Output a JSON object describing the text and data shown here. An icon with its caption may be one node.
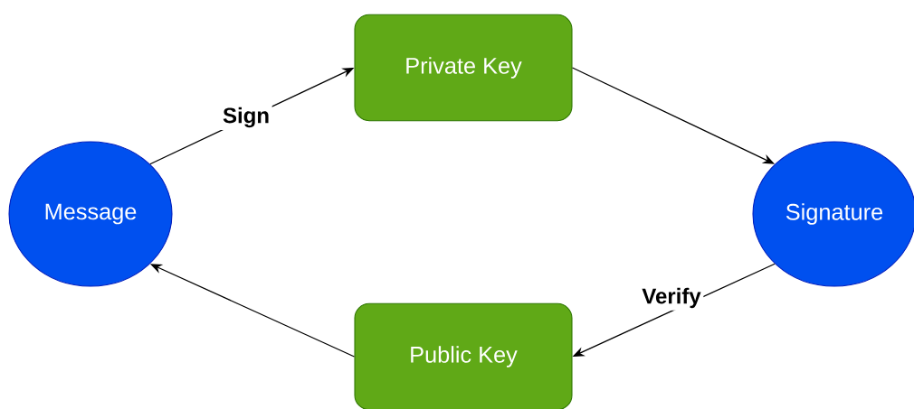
{
  "diagram": {
    "nodes": [
      {
        "text": [
          "Message"
        ]
      },
      {
        "text": [
          "Private Key"
        ]
      },
      {
        "text": [
          "Signature"
        ]
      },
      {
        "text": [
          "Public Key"
        ]
      }
    ],
    "edges": [
      {
        "from": 0,
        "to": 1,
        "arrow": "to",
        "label": "Sign"
      },
      {
        "from": 1,
        "to": 2,
        "arrow": "to"
      },
      {
        "from": 2,
        "to": 3,
        "arrow": "to",
        "label": "Verify"
      },
      {
        "from": 3,
        "to": 0,
        "arrow": "to"
      }
    ]
  }
}
